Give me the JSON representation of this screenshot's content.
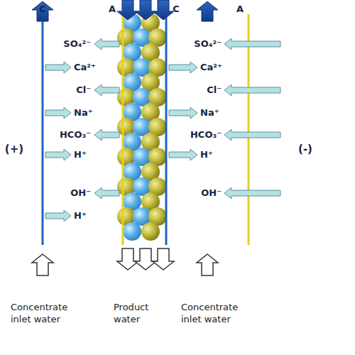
{
  "diagram": {
    "labels": [
      "C",
      "A",
      "C",
      "A",
      "SO₄²⁻",
      "Ca²⁺",
      "Cl⁻",
      "Na⁺",
      "HCO₃⁻",
      "H⁺",
      "OH⁻",
      "H⁺",
      "SO₄²⁻",
      "Ca²⁺",
      "Cl⁻",
      "Na⁺",
      "HCO₃⁻",
      "H⁺",
      "OH⁻",
      "(+)",
      "(-)",
      "Concentrate inlet water",
      "Product water",
      "Concentrate inlet water"
    ]
  }
}
